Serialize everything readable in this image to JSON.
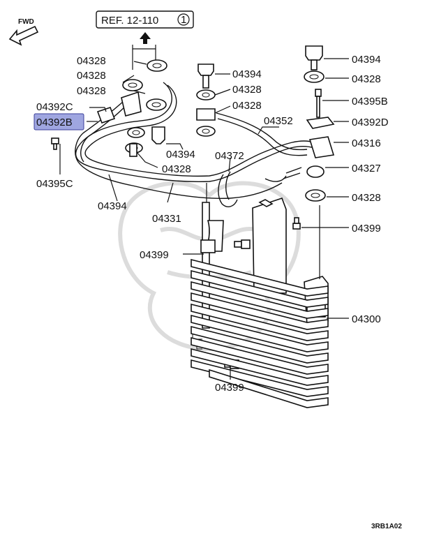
{
  "diagram": {
    "direction_label": "FWD",
    "reference": {
      "text": "REF. 12-110",
      "circle_number": "1"
    },
    "highlighted_part": "04392B",
    "footer_code": "3RB1A02",
    "callouts": {
      "c01": "04328",
      "c02": "04328",
      "c03": "04328",
      "c04": "04392C",
      "c05": "04392B",
      "c06": "04395C",
      "c07": "04394",
      "c08": "04394",
      "c09": "04328",
      "c10": "04328",
      "c11": "04394",
      "c12": "04328",
      "c13": "04372",
      "c14": "04331",
      "c15": "04352",
      "c16": "04394",
      "c17": "04328",
      "c18": "04395B",
      "c19": "04392D",
      "c20": "04316",
      "c21": "04327",
      "c22": "04328",
      "c23": "04399",
      "c24": "04399",
      "c25": "04300",
      "c26": "04399"
    }
  }
}
